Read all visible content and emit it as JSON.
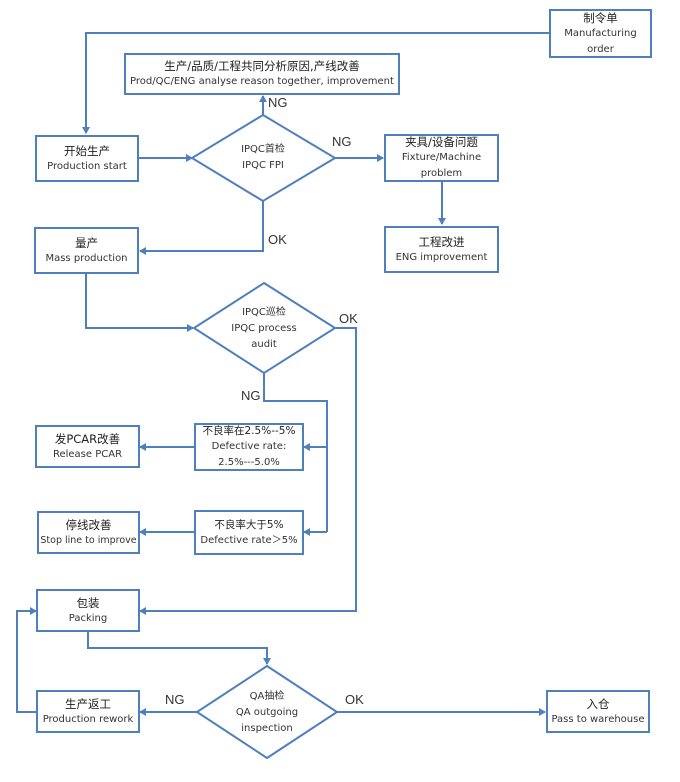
{
  "colors": {
    "stroke": "#4f7fbd",
    "text": "#222222",
    "background": "#ffffff"
  },
  "nodes": {
    "manufacturing_order": {
      "zh": "制令单",
      "en1": "Manufacturing",
      "en2": "order"
    },
    "analyse": {
      "zh": "生产/品质/工程共同分析原因,产线改善",
      "en": "Prod/QC/ENG analyse reason together, improvement"
    },
    "production_start": {
      "zh": "开始生产",
      "en": "Production start"
    },
    "ipqc_fpi": {
      "zh": "IPQC首检",
      "en": "IPQC FPI"
    },
    "fixture": {
      "zh": "夹具/设备问题",
      "en1": "Fixture/Machine",
      "en2": "problem"
    },
    "eng_improvement": {
      "zh": "工程改进",
      "en": "ENG improvement"
    },
    "mass_production": {
      "zh": "量产",
      "en": "Mass production"
    },
    "ipqc_audit": {
      "zh": "IPQC巡检",
      "en1": "IPQC process",
      "en2": "audit"
    },
    "defect_mid": {
      "zh": "不良率在2.5%--5%",
      "en1": "Defective rate:",
      "en2": "2.5%---5.0%"
    },
    "release_pcar": {
      "zh": "发PCAR改善",
      "en": "Release PCAR"
    },
    "defect_high": {
      "zh": "不良率大于5%",
      "en": "Defective rate＞5%"
    },
    "stop_line": {
      "zh": "停线改善",
      "en": "Stop line to improve"
    },
    "packing": {
      "zh": "包装",
      "en": "Packing"
    },
    "qa_inspection": {
      "zh": "QA抽检",
      "en1": "QA outgoing",
      "en2": "inspection"
    },
    "rework": {
      "zh": "生产返工",
      "en": "Production rework"
    },
    "warehouse": {
      "zh": "入仓",
      "en": "Pass to warehouse"
    }
  },
  "labels": {
    "fpi_ng_up": "NG",
    "fpi_ng_right": "NG",
    "fpi_ok": "OK",
    "audit_ok": "OK",
    "audit_ng": "NG",
    "qa_ng": "NG",
    "qa_ok": "OK"
  }
}
